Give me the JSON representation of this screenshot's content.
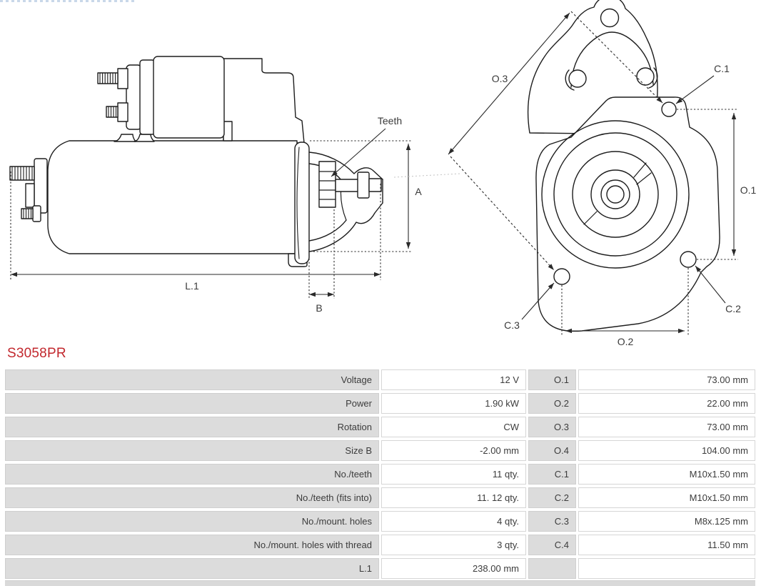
{
  "page": {
    "part_number": "S3058PR"
  },
  "colors": {
    "part_number_red": "#c2282e",
    "table_cell_gray": "#dcdcdc",
    "drawing_line": "#1d1d1d",
    "table_text": "#3c3c3c"
  },
  "diagrams": {
    "side_view": {
      "labels": {
        "teeth": "Teeth",
        "dim_a": "A",
        "dim_b": "B",
        "dim_l1": "L.1"
      }
    },
    "front_view": {
      "labels": {
        "dim_o1": "O.1",
        "dim_o2": "O.2",
        "dim_o3": "O.3",
        "hole_c1": "C.1",
        "hole_c2": "C.2",
        "hole_c3": "C.3"
      }
    }
  },
  "spec_table": {
    "rows": [
      {
        "label": "Voltage",
        "value": "12 V",
        "key": "O.1",
        "key_value": "73.00 mm"
      },
      {
        "label": "Power",
        "value": "1.90 kW",
        "key": "O.2",
        "key_value": "22.00 mm"
      },
      {
        "label": "Rotation",
        "value": "CW",
        "key": "O.3",
        "key_value": "73.00 mm"
      },
      {
        "label": "Size B",
        "value": "-2.00 mm",
        "key": "O.4",
        "key_value": "104.00 mm"
      },
      {
        "label": "No./teeth",
        "value": "11 qty.",
        "key": "C.1",
        "key_value": "M10x1.50 mm"
      },
      {
        "label": "No./teeth (fits into)",
        "value": "11. 12 qty.",
        "key": "C.2",
        "key_value": "M10x1.50 mm"
      },
      {
        "label": "No./mount. holes",
        "value": "4 qty.",
        "key": "C.3",
        "key_value": "M8x.125 mm"
      },
      {
        "label": "No./mount. holes with thread",
        "value": "3 qty.",
        "key": "C.4",
        "key_value": "11.50 mm"
      },
      {
        "label": "L.1",
        "value": "238.00 mm",
        "key": "",
        "key_value": ""
      }
    ]
  }
}
